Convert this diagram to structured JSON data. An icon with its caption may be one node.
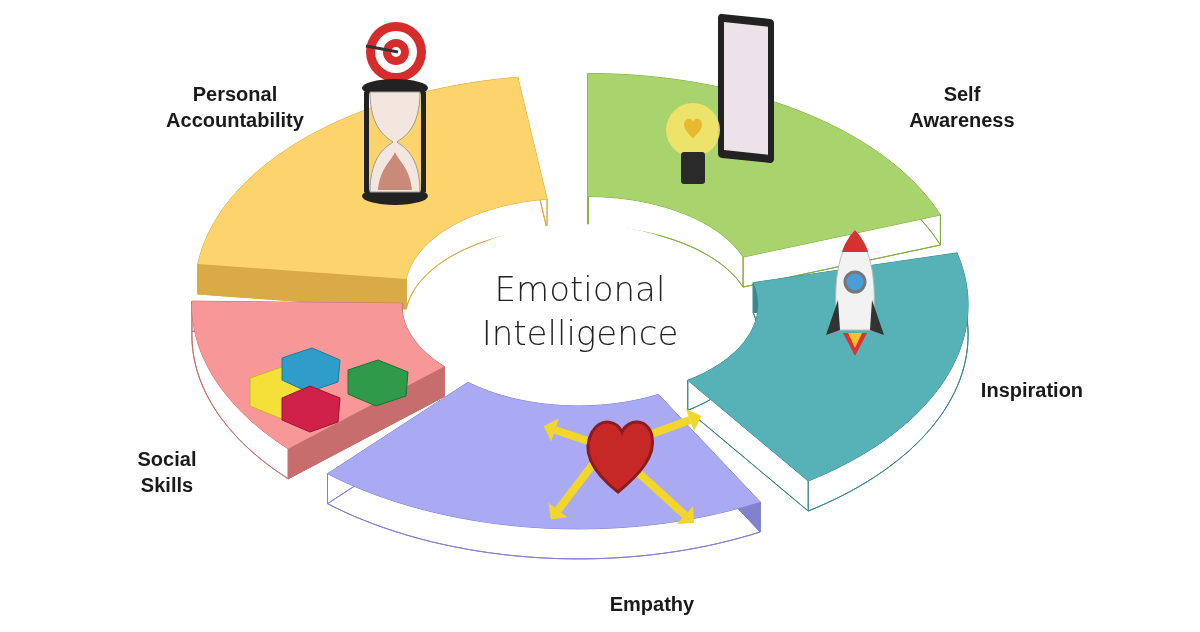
{
  "diagram": {
    "nodes": [
      {
        "text": [
          "Emotional Intelligence"
        ]
      },
      {
        "text": [
          "Personal Accountability"
        ]
      },
      {
        "text": [
          "Self Awareness"
        ]
      },
      {
        "text": [
          "Inspiration"
        ]
      },
      {
        "text": [
          "Empathy"
        ]
      },
      {
        "text": [
          "Social Skills"
        ]
      }
    ]
  }
}
